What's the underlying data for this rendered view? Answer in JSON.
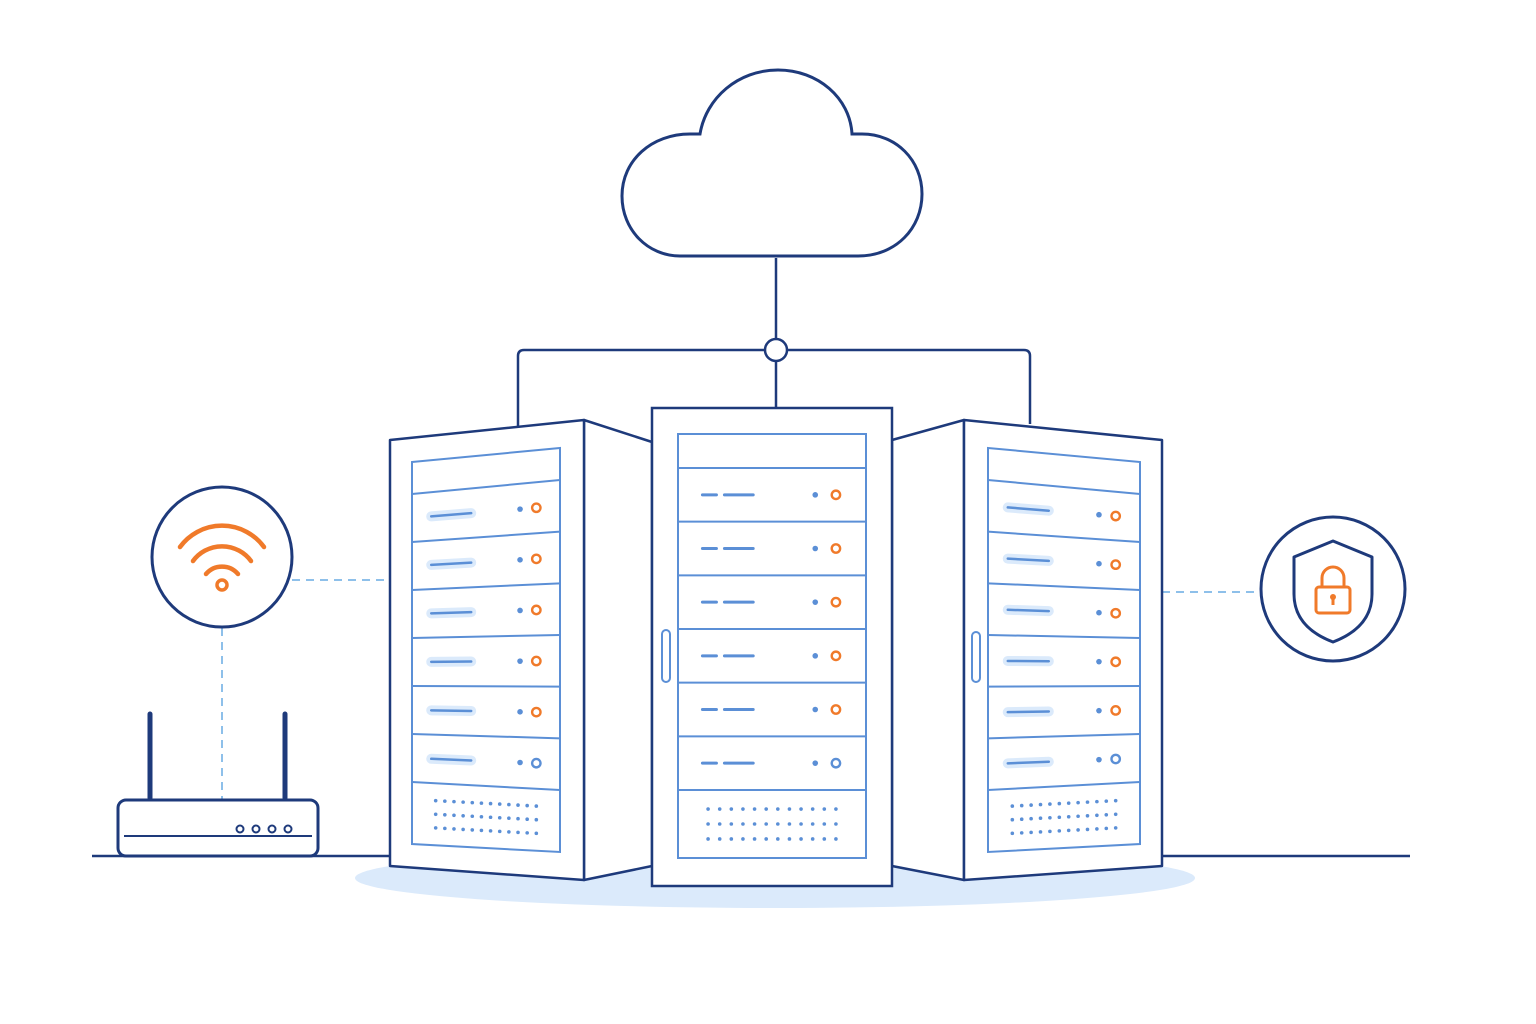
{
  "colors": {
    "background": "#ffffff",
    "outline": "#1e3a7b",
    "accent_blue": "#5b8fd6",
    "light_blue": "#dbeafb",
    "dashed_connector": "#8ec0ea",
    "led_orange": "#f07a2a",
    "led_blue": "#5b8fd6"
  },
  "icons": {
    "cloud": "cloud-icon",
    "wifi": "wifi-icon",
    "router": "router-icon",
    "security": "shield-lock-icon",
    "servers": "server-rack-icon"
  },
  "racks": [
    {
      "id": "left",
      "units": 6,
      "led_states": [
        "orange",
        "orange",
        "orange",
        "orange",
        "orange",
        "blue"
      ]
    },
    {
      "id": "center",
      "units": 6,
      "led_states": [
        "orange",
        "orange",
        "orange",
        "orange",
        "orange",
        "blue"
      ]
    },
    {
      "id": "right",
      "units": 6,
      "led_states": [
        "orange",
        "orange",
        "orange",
        "orange",
        "orange",
        "blue"
      ]
    }
  ],
  "router": {
    "antennas": 2,
    "status_lights": 4
  }
}
